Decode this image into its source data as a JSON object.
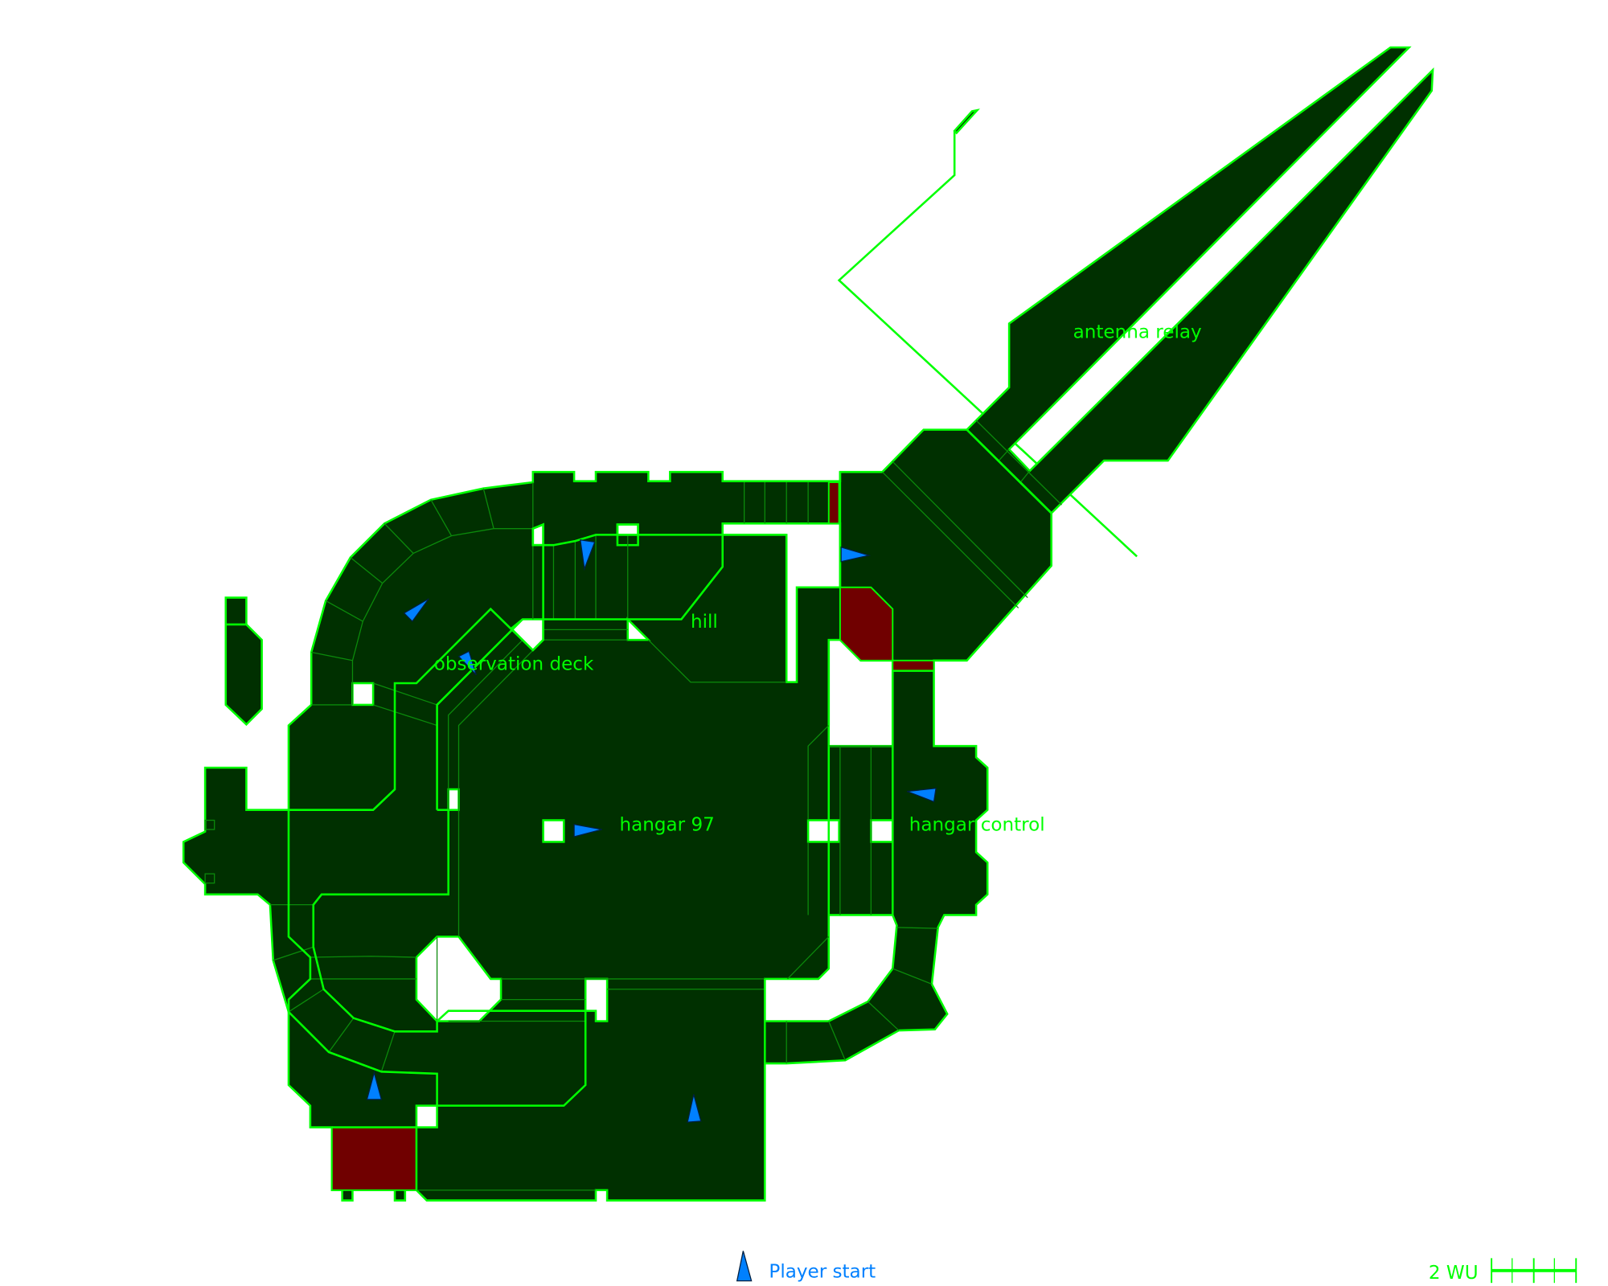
{
  "colors": {
    "floor": "#003000",
    "wall": "#00ff00",
    "kill_zone": "#700000",
    "player_start": "#0080ff"
  },
  "labels": {
    "antenna_relay": "antenna relay",
    "hill": "hill",
    "observation_deck": "observation deck",
    "hangar_97": "hangar 97",
    "hangar_control": "hangar control"
  },
  "legend": {
    "player_start": "Player start"
  },
  "scale": {
    "label": "2 WU"
  }
}
